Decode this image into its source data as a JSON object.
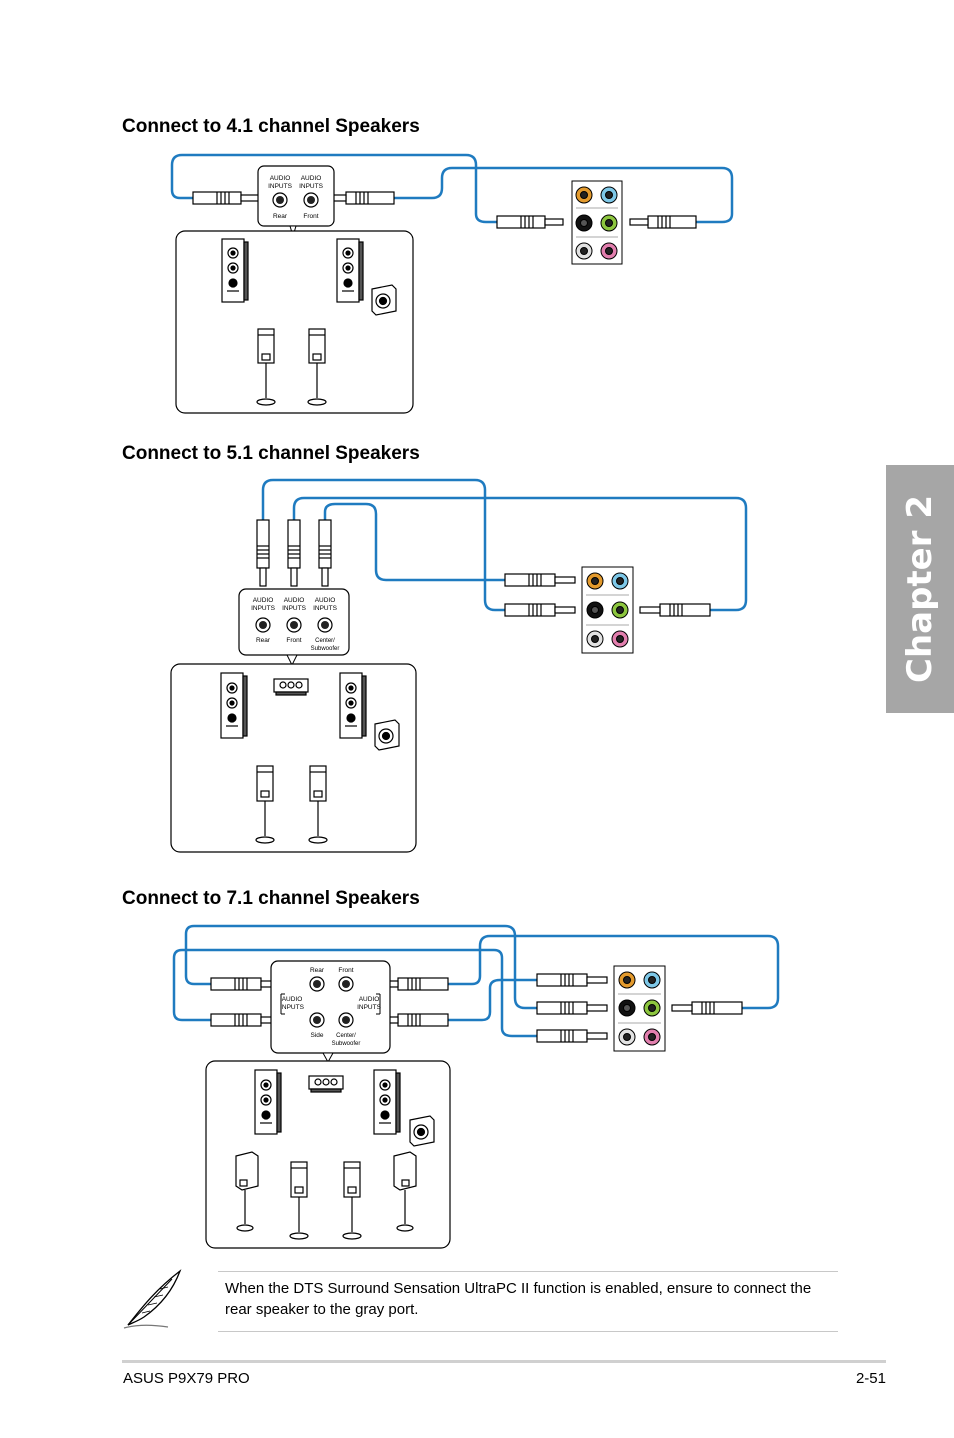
{
  "sections": [
    {
      "title": "Connect to 4.1 channel Speakers",
      "panel": {
        "heading_lines": [
          "AUDIO",
          "INPUTS"
        ],
        "jacks": [
          "Rear",
          "Front"
        ]
      }
    },
    {
      "title": "Connect to 5.1 channel Speakers",
      "panel": {
        "heading_lines": [
          "AUDIO",
          "INPUTS"
        ],
        "jacks": [
          "Rear",
          "Front",
          "Center/",
          "Subwoofer"
        ]
      }
    },
    {
      "title": "Connect to 7.1 channel Speakers",
      "panel": {
        "heading_lines": [
          "AUDIO",
          "INPUTS"
        ],
        "jacks": [
          "Rear",
          "Front",
          "Side",
          "Center/",
          "Subwoofer"
        ]
      }
    }
  ],
  "port_colors": [
    "#e39a2d",
    "#7ec8e8",
    "#111111",
    "#8dc63f",
    "#d0d0d0",
    "#e27fae"
  ],
  "cable_color": "#1f7bc0",
  "chapter_tab": "Chapter 2",
  "note": {
    "icon": "feather-quill-icon",
    "text": "When the DTS Surround Sensation UltraPC II function is enabled, ensure to connect the rear speaker to the gray port."
  },
  "footer": {
    "product": "ASUS P9X79 PRO",
    "page": "2-51"
  }
}
